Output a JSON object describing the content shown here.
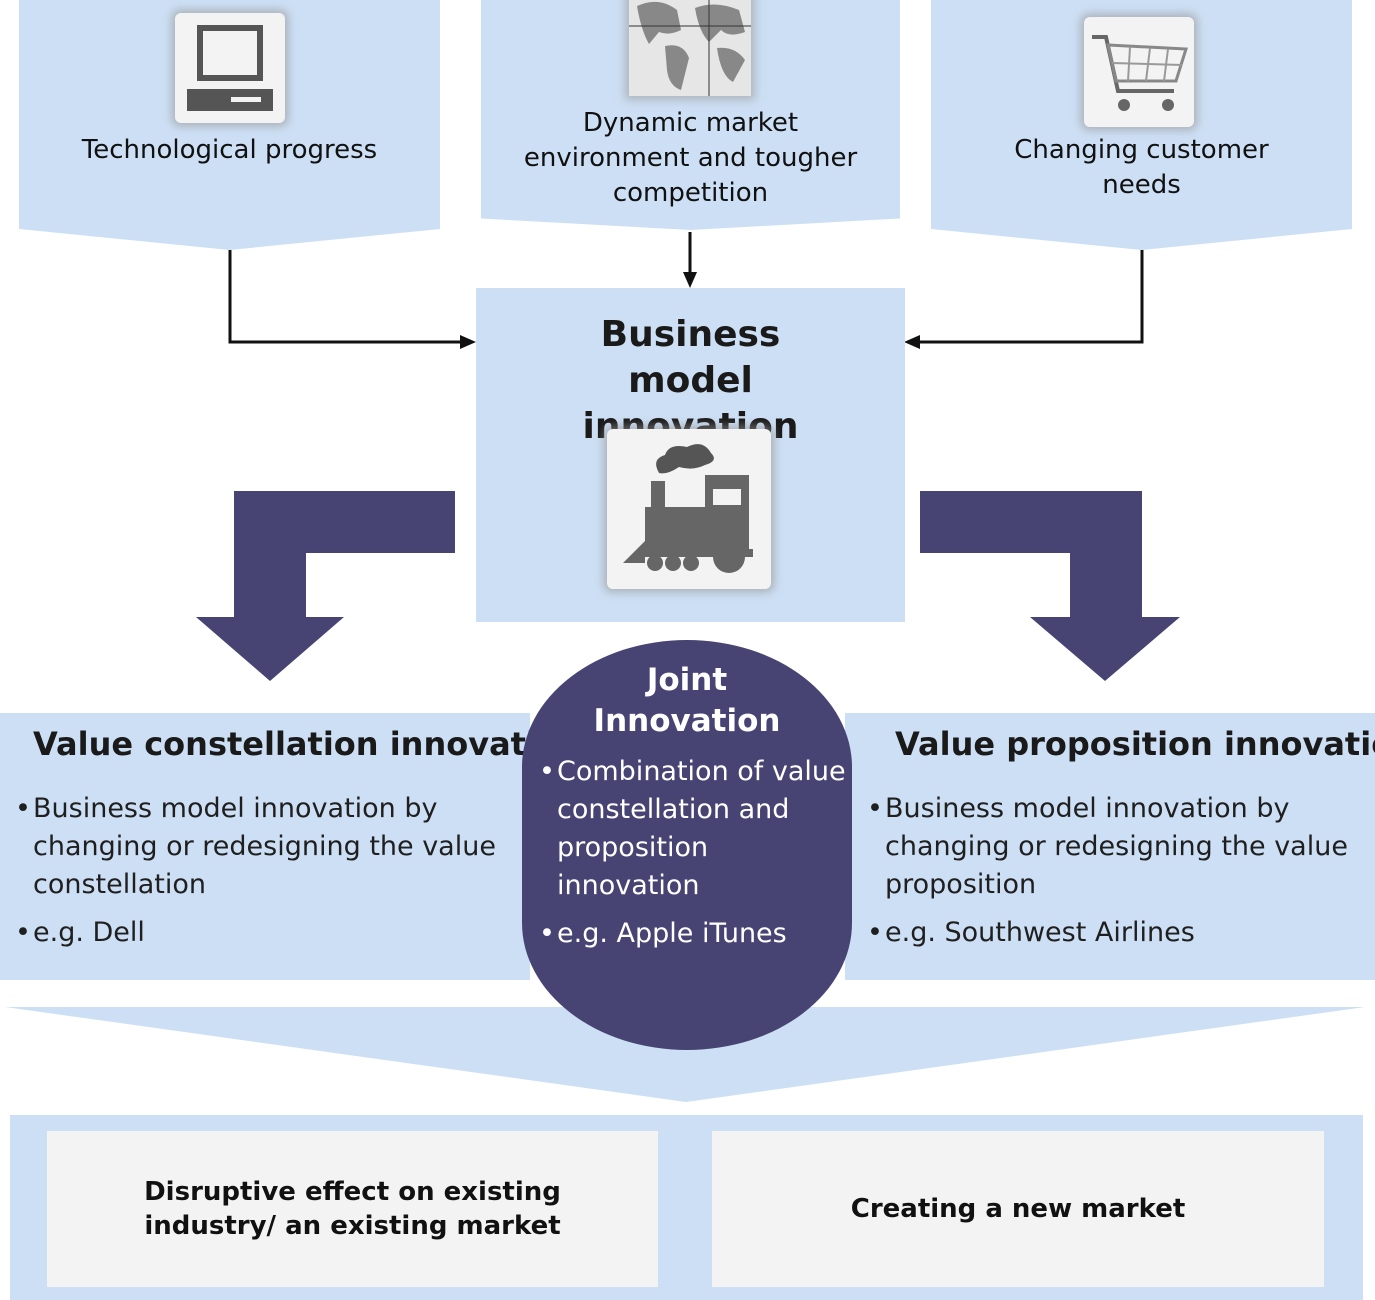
{
  "drivers": [
    {
      "label": "Technological progress",
      "icon": "computer-icon"
    },
    {
      "label": "Dynamic market environment and  tougher competition",
      "icon": "globe-icon"
    },
    {
      "label": "Changing customer needs",
      "icon": "shopping-cart-icon"
    }
  ],
  "center": {
    "title": "Business model innovation",
    "icon": "train-icon"
  },
  "value_constellation": {
    "title": "Value constellation innovation",
    "bullets": [
      "Business model innovation by changing or redesigning the value constellation",
      "e.g. Dell"
    ]
  },
  "joint": {
    "title": "Joint Innovation",
    "bullets": [
      "Combination of value constellation and proposition innovation",
      "e.g. Apple iTunes"
    ]
  },
  "value_proposition": {
    "title": "Value proposition innovation",
    "bullets": [
      "Business model innovation by changing or redesigning the value proposition",
      "e.g. Southwest Airlines"
    ]
  },
  "outcomes": [
    "Disruptive effect on existing industry/ an existing market",
    "Creating a new market"
  ],
  "colors": {
    "light_blue": "#cddff4",
    "dark_purple": "#474474",
    "box_gray": "#f3f3f3"
  }
}
